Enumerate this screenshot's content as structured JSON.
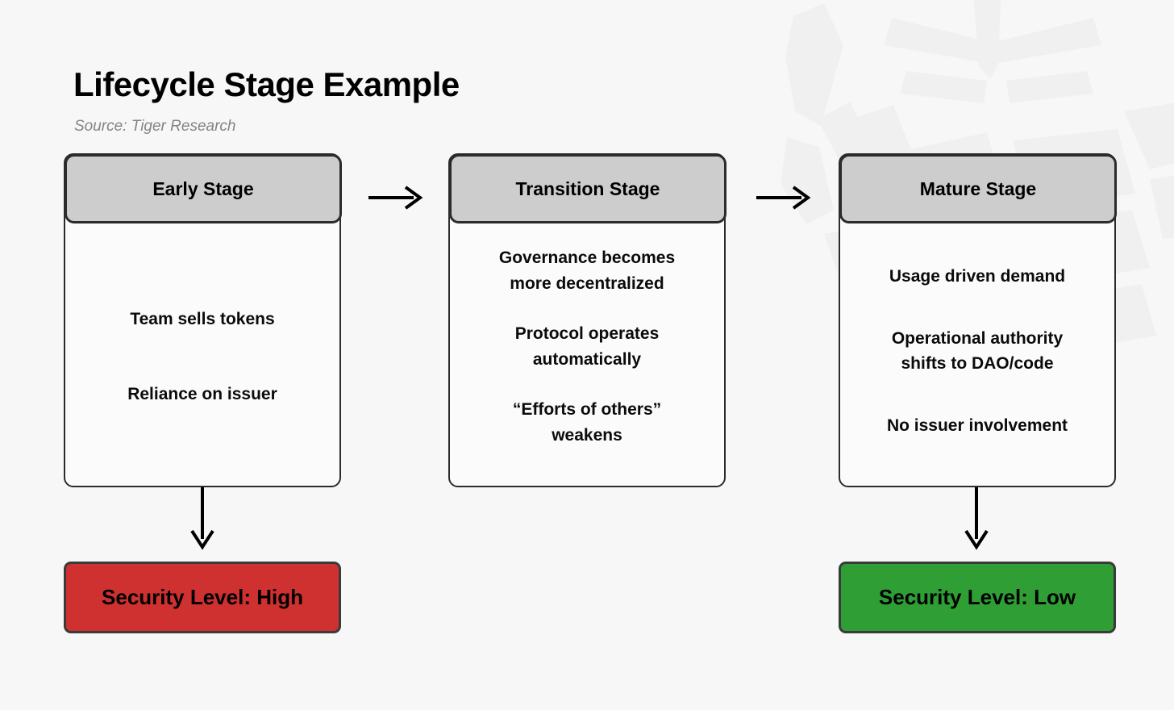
{
  "header": {
    "title": "Lifecycle Stage Example",
    "source": "Source: Tiger Research"
  },
  "colors": {
    "background": "#f7f7f7",
    "card_header": "#cdcdcd",
    "card_body": "#fbfbfb",
    "border": "#2b2b2b",
    "high_risk": "#cf3030",
    "low_risk": "#2f9e35",
    "source_text": "#848484"
  },
  "stages": [
    {
      "title": "Early Stage",
      "items": [
        "Team sells tokens",
        "Reliance on issuer"
      ]
    },
    {
      "title": "Transition Stage",
      "items": [
        "Governance becomes\nmore decentralized",
        "Protocol operates\nautomatically",
        "“Efforts of others”\nweakens"
      ]
    },
    {
      "title": "Mature Stage",
      "items": [
        "Usage driven demand",
        "Operational authority\nshifts to DAO/code",
        "No issuer involvement"
      ]
    }
  ],
  "flow_arrows": [
    {
      "name": "early-to-transition",
      "direction": "right"
    },
    {
      "name": "transition-to-mature",
      "direction": "right"
    }
  ],
  "outcome_arrows": [
    {
      "name": "early-to-security",
      "direction": "down"
    },
    {
      "name": "mature-to-security",
      "direction": "down"
    }
  ],
  "badges": [
    {
      "label": "Security Level: High",
      "color": "#cf3030"
    },
    {
      "label": "Security Level: Low",
      "color": "#2f9e35"
    }
  ]
}
